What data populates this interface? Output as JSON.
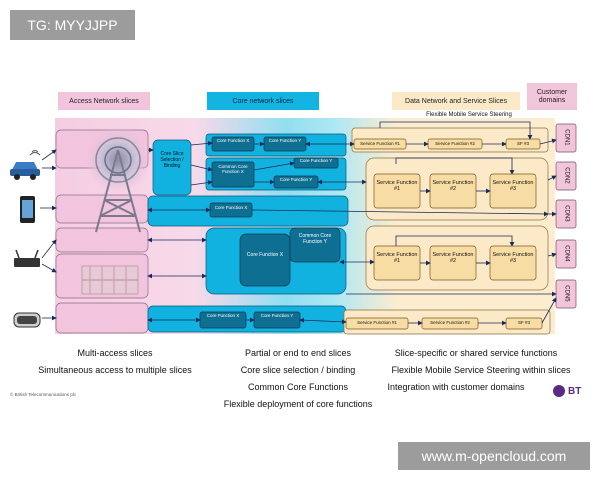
{
  "watermark_top": "TG: MYYJJPP",
  "watermark_bottom": "www.m-opencloud.com",
  "headers": {
    "access": "Access Network slices",
    "core": "Core network slices",
    "data": "Data Network and Service Slices",
    "customer": "Customer domains"
  },
  "flex_steering_label": "Flexible Mobile Service Steering",
  "slice_selection_label": "Core Slice Selection / Binding",
  "core_blocks": {
    "cf_x_top": "Core Function X",
    "cf_y_top": "Core Function Y",
    "cf_y_2": "Core Function Y",
    "common_core_x": "Common Core Function X",
    "cf_y_3": "Core Function Y",
    "cf_x_mid": "Core Function X",
    "cf_x_big": "Core Function X",
    "common_core_y": "Common Core Function Y",
    "cf_x_bot": "Core Function X",
    "cf_y_bot": "Core Function Y"
  },
  "service_functions": {
    "row1": [
      "Service Function #1",
      "Service Function #2",
      "SF #3"
    ],
    "group1": [
      "Service Function #1",
      "Service Function #2",
      "Service Function #3"
    ],
    "group2": [
      "Service Function #1",
      "Service Function #2",
      "Service Function #3"
    ],
    "row_bottom": [
      "Service Function #1",
      "Service Function #2",
      "SF #3"
    ]
  },
  "cdn_labels": [
    "CDN1",
    "CDN2",
    "CDN3",
    "CDN4",
    "CDN5"
  ],
  "captions": {
    "left": [
      "Multi-access slices",
      "Simultaneous access to multiple slices"
    ],
    "middle": [
      "Partial or end to end slices",
      "Core slice selection / binding",
      "Common Core Functions",
      "Flexible deployment of core functions"
    ],
    "right": [
      "Slice-specific or shared service functions",
      "Flexible Mobile Service Steering within slices",
      "Integration with customer domains"
    ]
  },
  "copyright": "© British Telecommunications plc",
  "logo_text": "BT",
  "colors": {
    "pink": "#f3c4dd",
    "core_blue": "#12b2e0",
    "core_dark": "#1590b8",
    "cream": "#fbe9c8",
    "sf_box": "#f7dca3",
    "cdn_pink": "#f1c6da",
    "line": "#1b2a5a"
  }
}
